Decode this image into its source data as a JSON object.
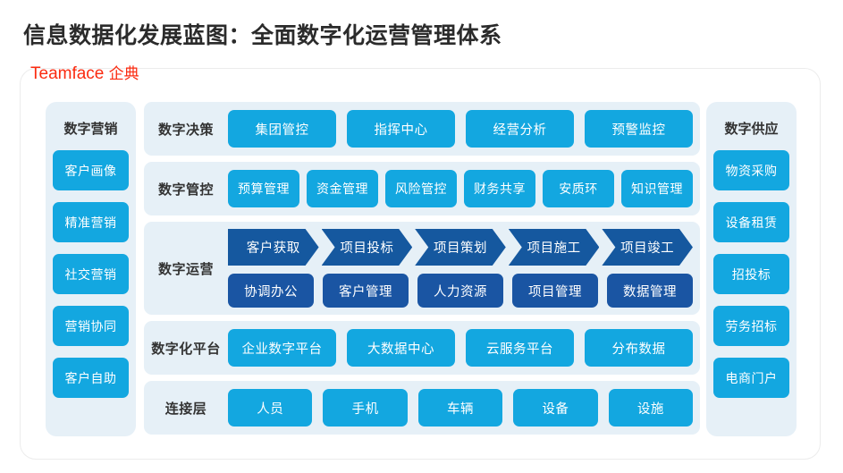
{
  "header": {
    "title": "信息数据化发展蓝图：全面数字化运营管理体系",
    "brand_latin": "Teamface",
    "brand_cn": "企典",
    "brand_color": "#fb2b10"
  },
  "theme": {
    "accent_blue": "#13a7e0",
    "navy": "#15589f",
    "navy_button": "#1a55a3",
    "panel_bg": "#e6f0f7",
    "page_bg": "#ffffff",
    "title_color": "#2b2b2b"
  },
  "left_panel": {
    "title": "数字营销",
    "items": [
      {
        "label": "客户画像"
      },
      {
        "label": "精准营销"
      },
      {
        "label": "社交营销"
      },
      {
        "label": "营销协同"
      },
      {
        "label": "客户自助"
      }
    ]
  },
  "right_panel": {
    "title": "数字供应",
    "items": [
      {
        "label": "物资采购"
      },
      {
        "label": "设备租赁"
      },
      {
        "label": "招投标"
      },
      {
        "label": "劳务招标"
      },
      {
        "label": "电商门户"
      }
    ]
  },
  "rows": {
    "decision": {
      "label": "数字决策",
      "items": [
        {
          "label": "集团管控"
        },
        {
          "label": "指挥中心"
        },
        {
          "label": "经营分析"
        },
        {
          "label": "预警监控"
        }
      ]
    },
    "control": {
      "label": "数字管控",
      "items": [
        {
          "label": "预算管理"
        },
        {
          "label": "资金管理"
        },
        {
          "label": "风险管控"
        },
        {
          "label": "财务共享"
        },
        {
          "label": "安质环"
        },
        {
          "label": "知识管理"
        }
      ]
    },
    "operations": {
      "label": "数字运营",
      "flow": [
        {
          "label": "客户获取"
        },
        {
          "label": "项目投标"
        },
        {
          "label": "项目策划"
        },
        {
          "label": "项目施工"
        },
        {
          "label": "项目竣工"
        }
      ],
      "modules": [
        {
          "label": "协调办公"
        },
        {
          "label": "客户管理"
        },
        {
          "label": "人力资源"
        },
        {
          "label": "项目管理"
        },
        {
          "label": "数据管理"
        }
      ]
    },
    "platform": {
      "label": "数字化平台",
      "items": [
        {
          "label": "企业数字平台"
        },
        {
          "label": "大数据中心"
        },
        {
          "label": "云服务平台"
        },
        {
          "label": "分布数据"
        }
      ]
    },
    "connect": {
      "label": "连接层",
      "items": [
        {
          "label": "人员"
        },
        {
          "label": "手机"
        },
        {
          "label": "车辆"
        },
        {
          "label": "设备"
        },
        {
          "label": "设施"
        }
      ]
    }
  }
}
